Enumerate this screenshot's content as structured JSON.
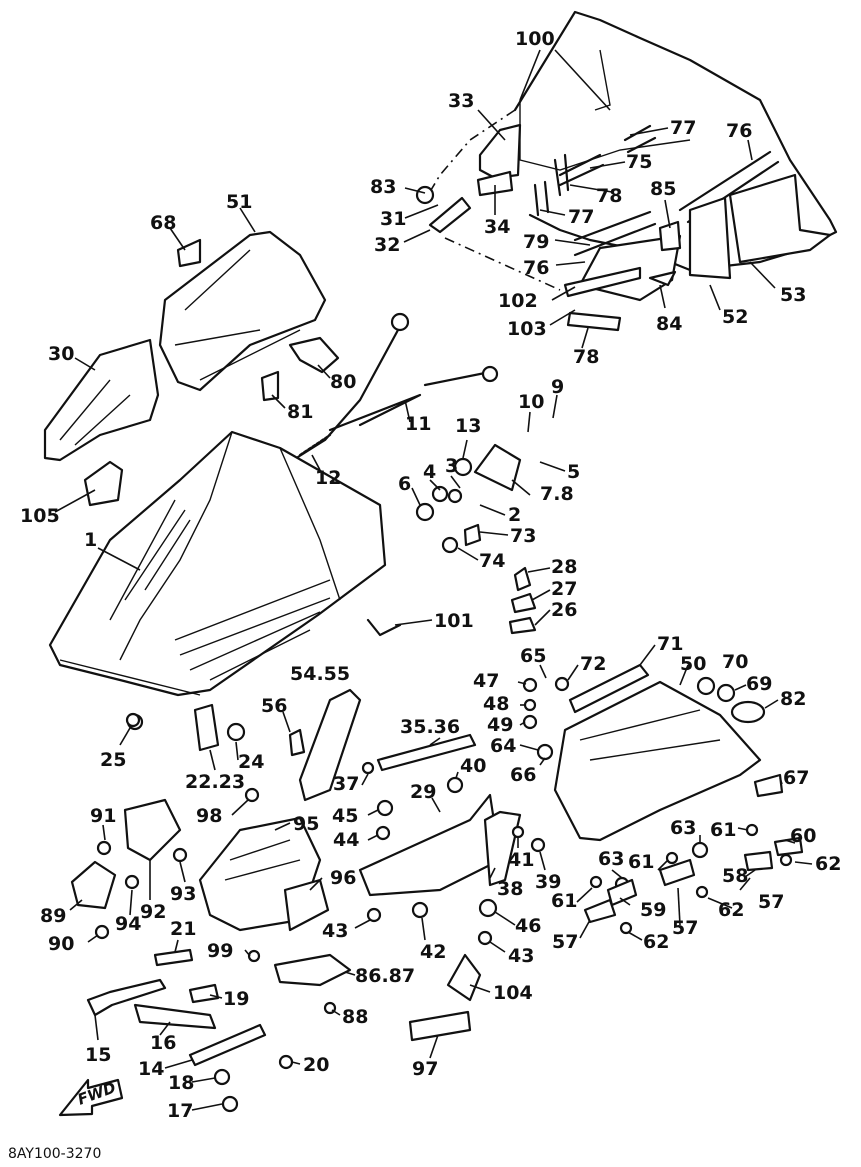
{
  "drawing_code": "8AY100-3270",
  "direction_arrow": {
    "label": "FWD",
    "icon": "front-direction-arrow-icon"
  },
  "callouts": [
    {
      "id": "c100",
      "label": "100"
    },
    {
      "id": "c33",
      "label": "33"
    },
    {
      "id": "c77a",
      "label": "77"
    },
    {
      "id": "c76a",
      "label": "76"
    },
    {
      "id": "c75",
      "label": "75"
    },
    {
      "id": "c83",
      "label": "83"
    },
    {
      "id": "c78a",
      "label": "78"
    },
    {
      "id": "c85",
      "label": "85"
    },
    {
      "id": "c31",
      "label": "31"
    },
    {
      "id": "c34",
      "label": "34"
    },
    {
      "id": "c77b",
      "label": "77"
    },
    {
      "id": "c32",
      "label": "32"
    },
    {
      "id": "c79",
      "label": "79"
    },
    {
      "id": "c76b",
      "label": "76"
    },
    {
      "id": "c53",
      "label": "53"
    },
    {
      "id": "c102",
      "label": "102"
    },
    {
      "id": "c52",
      "label": "52"
    },
    {
      "id": "c84",
      "label": "84"
    },
    {
      "id": "c103",
      "label": "103"
    },
    {
      "id": "c78b",
      "label": "78"
    },
    {
      "id": "c68",
      "label": "68"
    },
    {
      "id": "c51",
      "label": "51"
    },
    {
      "id": "c30",
      "label": "30"
    },
    {
      "id": "c80",
      "label": "80"
    },
    {
      "id": "c81",
      "label": "81"
    },
    {
      "id": "c9",
      "label": "9"
    },
    {
      "id": "c10",
      "label": "10"
    },
    {
      "id": "c11",
      "label": "11"
    },
    {
      "id": "c12",
      "label": "12"
    },
    {
      "id": "c13",
      "label": "13"
    },
    {
      "id": "c5",
      "label": "5"
    },
    {
      "id": "c3",
      "label": "3"
    },
    {
      "id": "c4",
      "label": "4"
    },
    {
      "id": "c78c",
      "label": "7.8"
    },
    {
      "id": "c6",
      "label": "6"
    },
    {
      "id": "c2",
      "label": "2"
    },
    {
      "id": "c105",
      "label": "105"
    },
    {
      "id": "c73",
      "label": "73"
    },
    {
      "id": "c1",
      "label": "1"
    },
    {
      "id": "c74",
      "label": "74"
    },
    {
      "id": "c28",
      "label": "28"
    },
    {
      "id": "c27",
      "label": "27"
    },
    {
      "id": "c26",
      "label": "26"
    },
    {
      "id": "c101",
      "label": "101"
    },
    {
      "id": "c71",
      "label": "71"
    },
    {
      "id": "c65",
      "label": "65"
    },
    {
      "id": "c72",
      "label": "72"
    },
    {
      "id": "c50",
      "label": "50"
    },
    {
      "id": "c70",
      "label": "70"
    },
    {
      "id": "c47",
      "label": "47"
    },
    {
      "id": "c69",
      "label": "69"
    },
    {
      "id": "c5455",
      "label": "54.55"
    },
    {
      "id": "c48",
      "label": "48"
    },
    {
      "id": "c82",
      "label": "82"
    },
    {
      "id": "c56",
      "label": "56"
    },
    {
      "id": "c49",
      "label": "49"
    },
    {
      "id": "c3536",
      "label": "35.36"
    },
    {
      "id": "c64",
      "label": "64"
    },
    {
      "id": "c66",
      "label": "66"
    },
    {
      "id": "c25",
      "label": "25"
    },
    {
      "id": "c24",
      "label": "24"
    },
    {
      "id": "c2223",
      "label": "22.23"
    },
    {
      "id": "c40",
      "label": "40"
    },
    {
      "id": "c67",
      "label": "67"
    },
    {
      "id": "c37",
      "label": "37"
    },
    {
      "id": "c29",
      "label": "29"
    },
    {
      "id": "c45",
      "label": "45"
    },
    {
      "id": "c98",
      "label": "98"
    },
    {
      "id": "c95",
      "label": "95"
    },
    {
      "id": "c63a",
      "label": "63"
    },
    {
      "id": "c61a",
      "label": "61"
    },
    {
      "id": "c60",
      "label": "60"
    },
    {
      "id": "c91",
      "label": "91"
    },
    {
      "id": "c44",
      "label": "44"
    },
    {
      "id": "c41",
      "label": "41"
    },
    {
      "id": "c62a",
      "label": "62"
    },
    {
      "id": "c39",
      "label": "39"
    },
    {
      "id": "c63b",
      "label": "63"
    },
    {
      "id": "c61b",
      "label": "61"
    },
    {
      "id": "c58",
      "label": "58"
    },
    {
      "id": "c96",
      "label": "96"
    },
    {
      "id": "c38",
      "label": "38"
    },
    {
      "id": "c93",
      "label": "93"
    },
    {
      "id": "c61c",
      "label": "61"
    },
    {
      "id": "c89",
      "label": "89"
    },
    {
      "id": "c92",
      "label": "92"
    },
    {
      "id": "c57a",
      "label": "57"
    },
    {
      "id": "c59",
      "label": "59"
    },
    {
      "id": "c62b",
      "label": "62"
    },
    {
      "id": "c94",
      "label": "94"
    },
    {
      "id": "c46",
      "label": "46"
    },
    {
      "id": "c43a",
      "label": "43"
    },
    {
      "id": "c57b",
      "label": "57"
    },
    {
      "id": "c57c",
      "label": "57"
    },
    {
      "id": "c42",
      "label": "42"
    },
    {
      "id": "c43b",
      "label": "43"
    },
    {
      "id": "c62c",
      "label": "62"
    },
    {
      "id": "c90",
      "label": "90"
    },
    {
      "id": "c21",
      "label": "21"
    },
    {
      "id": "c99",
      "label": "99"
    },
    {
      "id": "c8687",
      "label": "86.87"
    },
    {
      "id": "c104",
      "label": "104"
    },
    {
      "id": "c19",
      "label": "19"
    },
    {
      "id": "c88",
      "label": "88"
    },
    {
      "id": "c15",
      "label": "15"
    },
    {
      "id": "c16",
      "label": "16"
    },
    {
      "id": "c97",
      "label": "97"
    },
    {
      "id": "c20",
      "label": "20"
    },
    {
      "id": "c14",
      "label": "14"
    },
    {
      "id": "c18",
      "label": "18"
    },
    {
      "id": "c17",
      "label": "17"
    }
  ]
}
